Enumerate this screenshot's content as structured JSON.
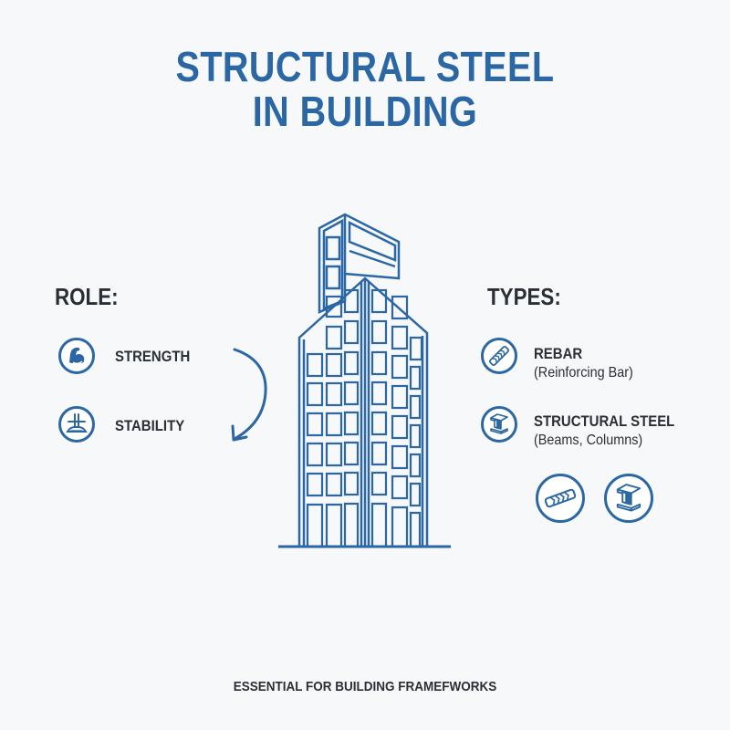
{
  "header": {
    "title_line1": "STRUCTURAL STEEL",
    "title_line2": "IN BUILDING"
  },
  "role": {
    "heading": "ROLE:",
    "items": [
      {
        "label": "STRENGTH",
        "icon": "flexed-arm-icon"
      },
      {
        "label": "STABILITY",
        "icon": "foundation-anchor-icon"
      }
    ],
    "arrow": "curved-arrow-down-icon"
  },
  "types": {
    "heading": "TYPES:",
    "items": [
      {
        "label": "REBAR",
        "sublabel": "(Reinforcing Bar)",
        "icon": "rebar-icon"
      },
      {
        "label": "STRUCTURAL STEEL",
        "sublabel": "(Beams, Columns)",
        "icon": "i-beam-icon"
      }
    ],
    "extra_icons": [
      "rebar-icon",
      "i-beam-icon"
    ]
  },
  "illustration": "building-icon",
  "footer": {
    "text": "ESSENTIAL FOR BUILDING FRAMEFWORKS"
  },
  "colors": {
    "accent": "#2b67a4",
    "text": "#2a2f35",
    "background": "#f7f8f9"
  }
}
